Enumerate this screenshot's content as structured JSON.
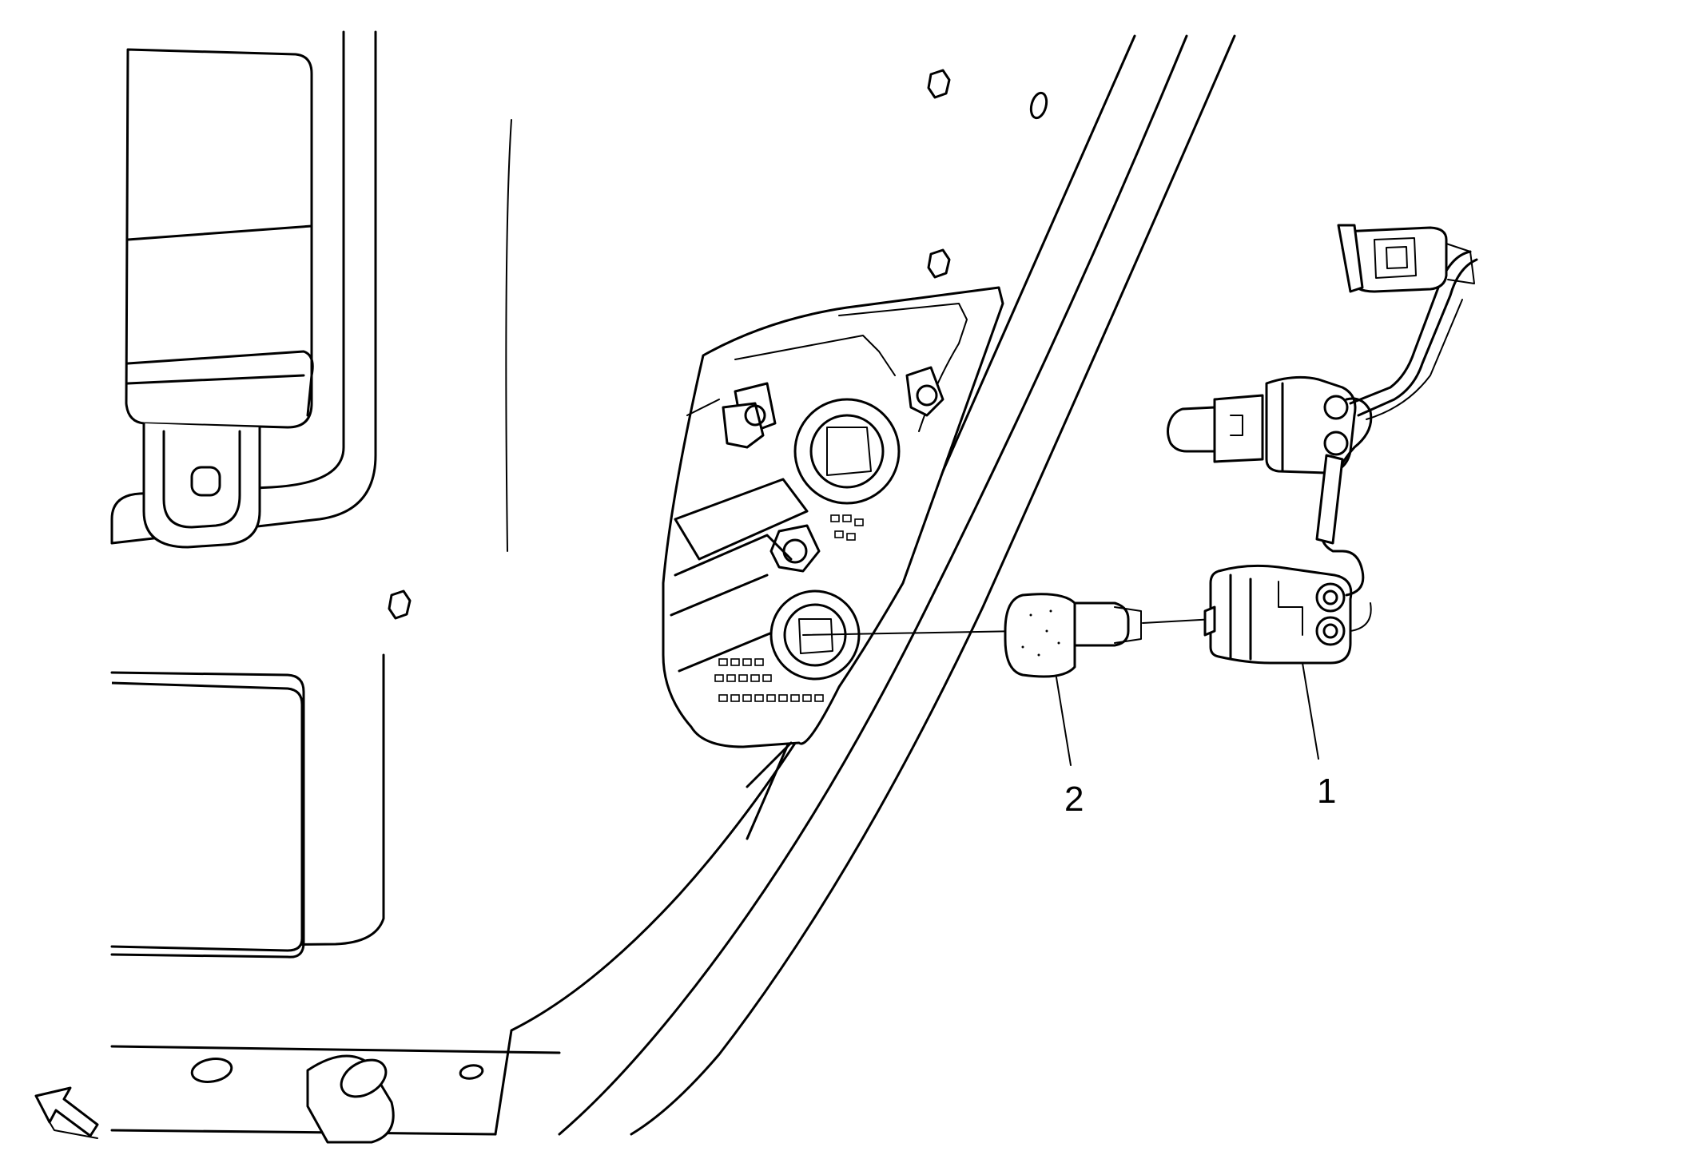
{
  "callouts": [
    {
      "id": "1",
      "label": "1"
    },
    {
      "id": "2",
      "label": "2"
    }
  ],
  "icons": {
    "direction_arrow": "front-direction-arrow-icon"
  }
}
